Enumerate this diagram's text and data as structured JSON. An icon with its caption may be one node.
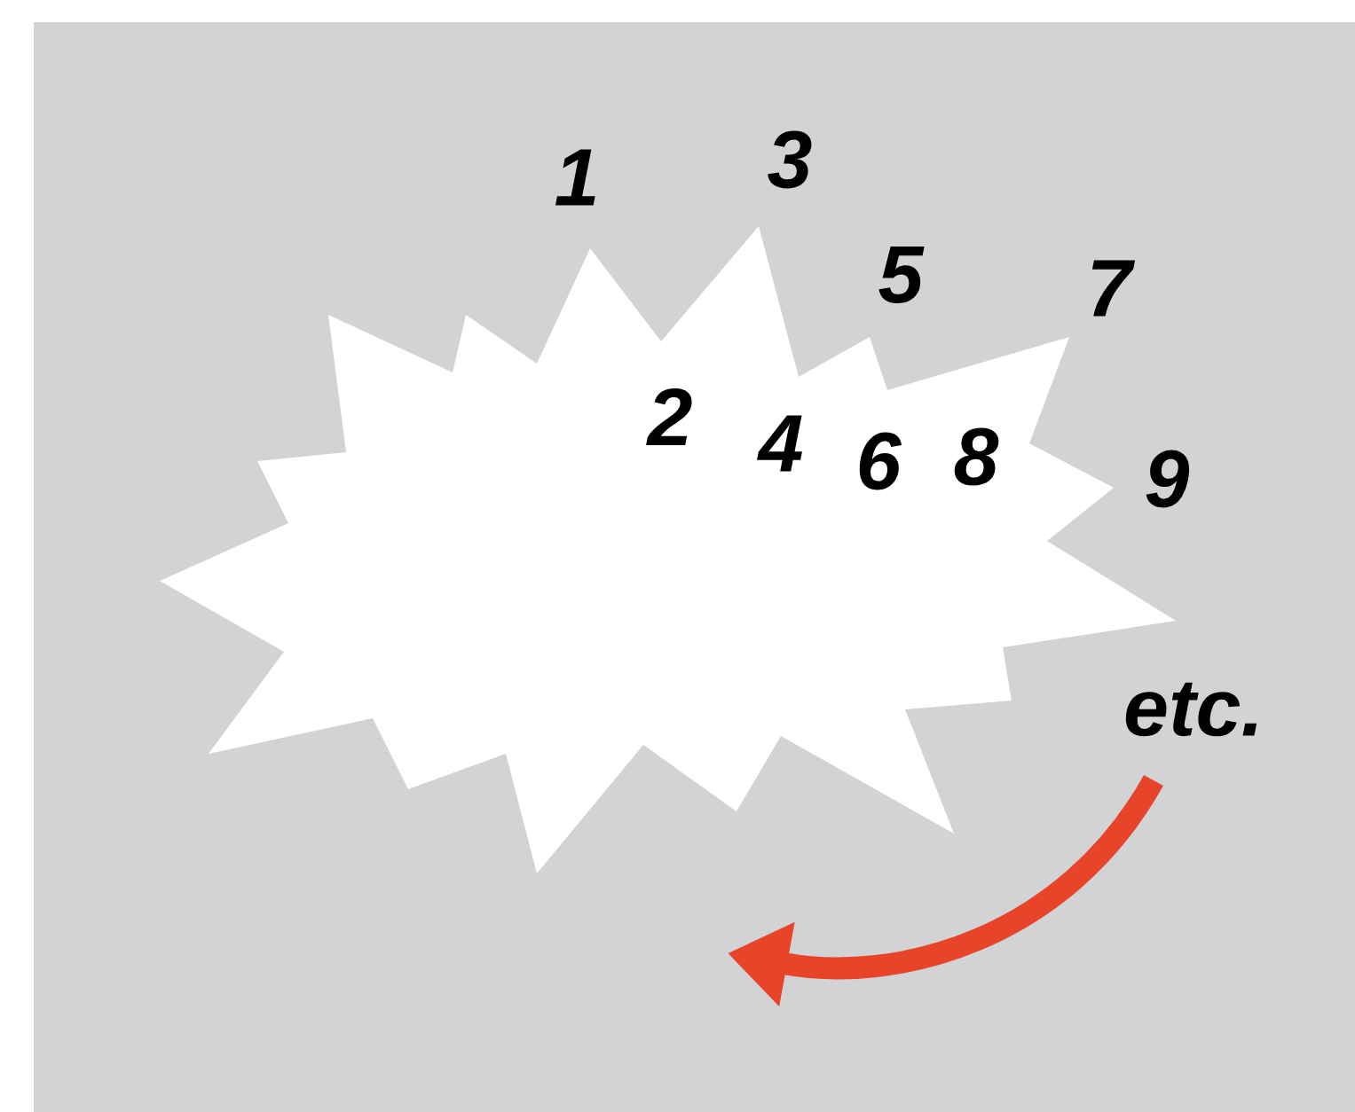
{
  "diagram": {
    "labels": [
      "1",
      "2",
      "3",
      "4",
      "5",
      "6",
      "7",
      "8",
      "9",
      "etc."
    ]
  }
}
